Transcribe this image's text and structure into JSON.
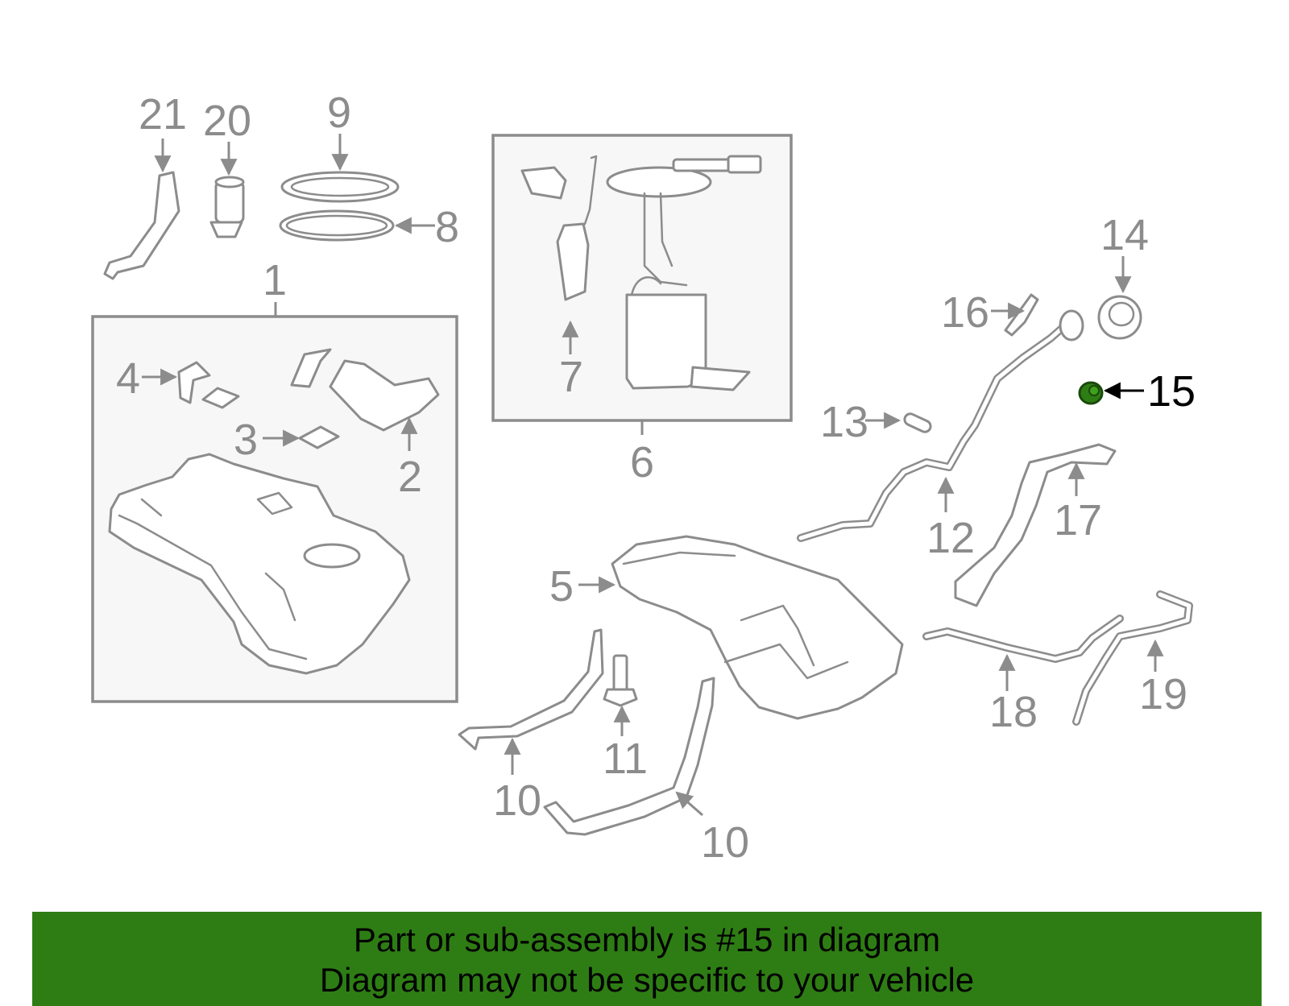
{
  "diagram": {
    "labels": {
      "l1": "1",
      "l2": "2",
      "l3": "3",
      "l4": "4",
      "l5": "5",
      "l6": "6",
      "l7": "7",
      "l8": "8",
      "l9": "9",
      "l10a": "10",
      "l10b": "10",
      "l11": "11",
      "l12": "12",
      "l13": "13",
      "l14": "14",
      "l15": "15",
      "l16": "16",
      "l17": "17",
      "l18": "18",
      "l19": "19",
      "l20": "20",
      "l21": "21"
    },
    "highlighted_part": "15",
    "colors": {
      "parts": "#8c8c8c",
      "highlight": "#2e7d14",
      "banner": "#2e7d14"
    }
  },
  "banner": {
    "line1": "Part or sub-assembly is #15 in diagram",
    "line2": "Diagram may not be specific to your vehicle"
  }
}
